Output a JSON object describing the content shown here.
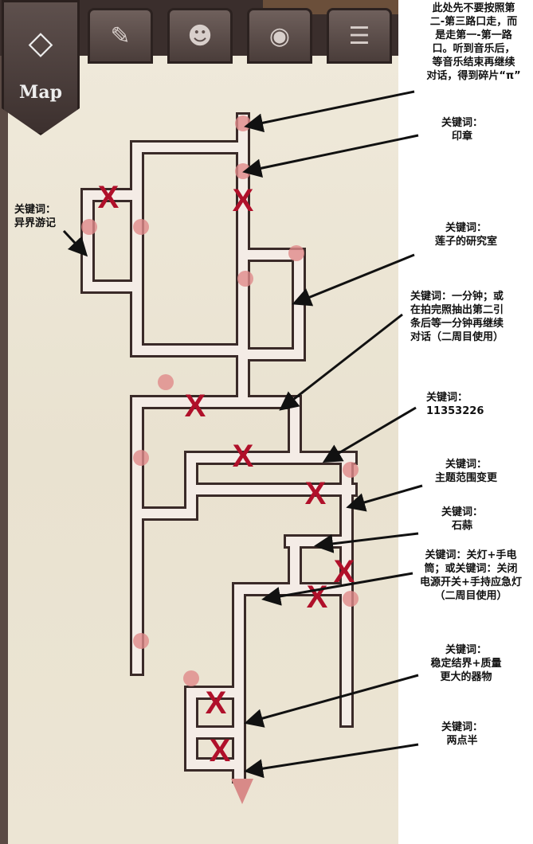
{
  "tabs": [
    {
      "label": "Map",
      "icon": "gem-icon"
    },
    {
      "icon": "notebook-icon"
    },
    {
      "icon": "portrait-icon"
    },
    {
      "icon": "eye-icon"
    },
    {
      "icon": "list-icon"
    }
  ],
  "annotations": [
    {
      "text": "此处先不要按照第\n二-第三路口走，而\n是走第一-第一路\n口。听到音乐后，\n等音乐结束再继续\n对话，得到碎片“π”"
    },
    {
      "text": "关键词：\n印章"
    },
    {
      "text": "关键词：\n异界游记"
    },
    {
      "text": "关键词：\n莲子的研究室"
    },
    {
      "text": "关键词：一分钟；或\n在拍完照抽出第二引\n条后等一分钟再继续\n对话（二周目使用）"
    },
    {
      "text": "关键词：\n11353226"
    },
    {
      "text": "关键词：\n主题范围变更"
    },
    {
      "text": "关键词：\n石蒜"
    },
    {
      "text": "关键词：关灯+手电\n筒；或关键词：关闭\n电源开关+手持应急灯\n（二周目使用）"
    },
    {
      "text": "关键词：\n稳定结界+质量\n更大的器物"
    },
    {
      "text": "关键词：\n两点半"
    }
  ],
  "colors": {
    "x_mark": "#b0102a",
    "pin": "#e08a8a",
    "path_border": "#3a2a28",
    "path_fill": "#f4ece6",
    "arrow": "#111111"
  }
}
